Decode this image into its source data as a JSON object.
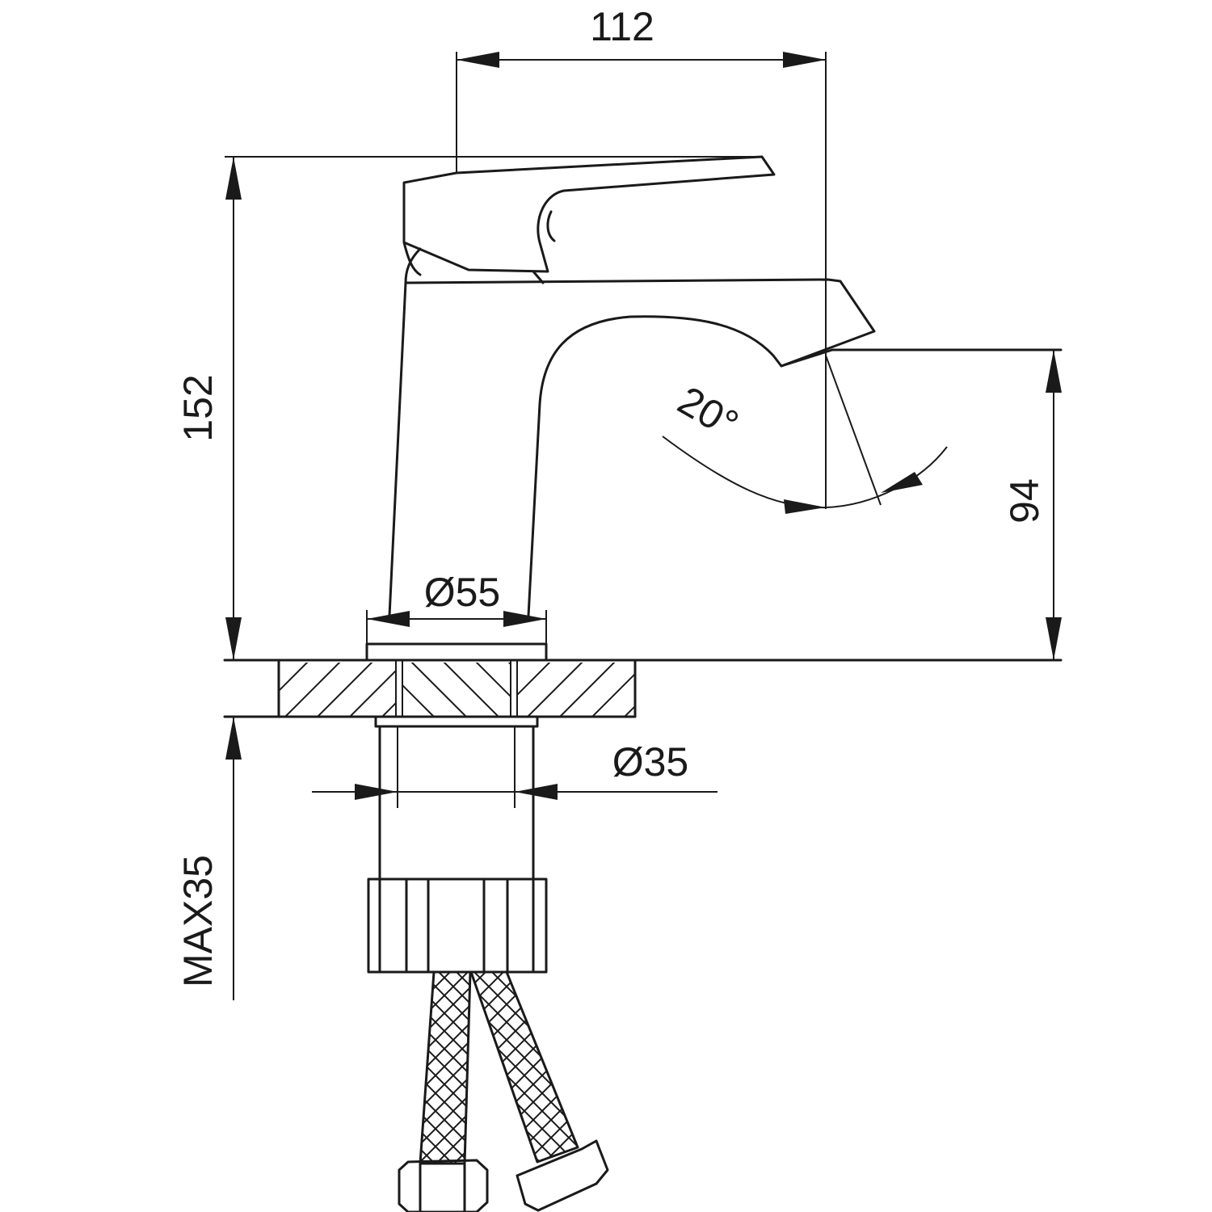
{
  "dimensions": {
    "spout_reach": "112",
    "total_height": "152",
    "spout_height": "94",
    "spout_angle": "20°",
    "base_diameter": "Ø55",
    "shank_diameter": "Ø35",
    "max_thickness": "MAX35"
  },
  "colors": {
    "line": "#1a1a1a",
    "background": "#ffffff"
  }
}
